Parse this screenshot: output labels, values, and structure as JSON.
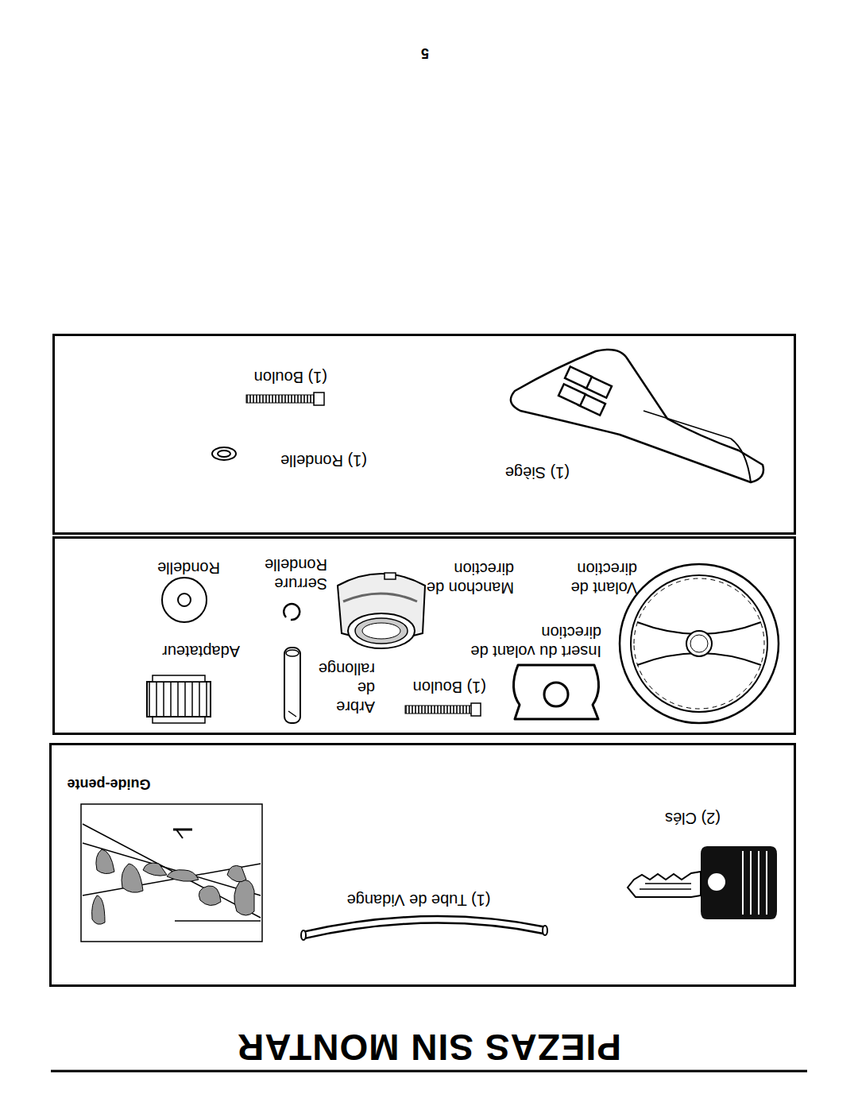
{
  "diagram": {
    "title": "PIEZAS SIN MONTAR",
    "nodes": [
      {
        "text": [
          "(2) Clés",
          "(1) Tube de Vidange",
          "Guide-pente"
        ]
      },
      {
        "text": [
          "Volant de direction",
          "Insert du volant de direction",
          "(1) Boulon",
          "Manchon de direction",
          "Arbre de rallonge",
          "Serrure Rondelle",
          "Adaptateur",
          "Rondelle"
        ]
      },
      {
        "text": [
          "(1) Siège",
          "(1) Rondelle",
          "(1) Boulon"
        ]
      }
    ],
    "labels": [
      "5"
    ]
  }
}
